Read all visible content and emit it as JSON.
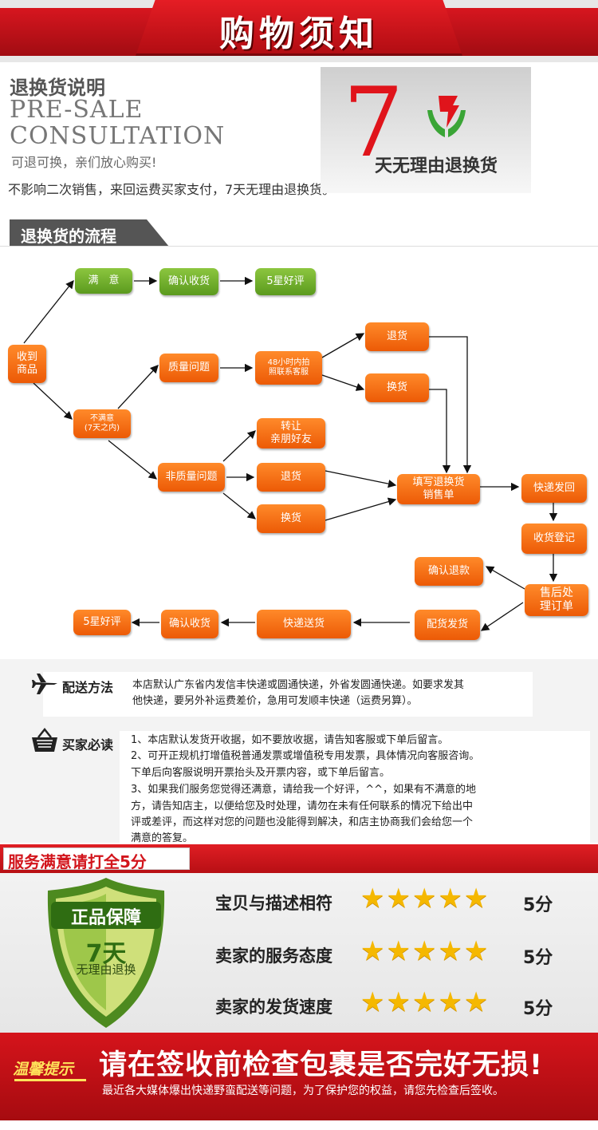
{
  "header": {
    "title": "购物须知"
  },
  "intro": {
    "title": "退换货说明",
    "en_line1": "PRE-SALE",
    "en_line2": "CONSULTATION",
    "subtitle": "可退可换，亲们放心购买!",
    "note": "不影响二次销售，来回运费买家支付，7天无理由退换货。",
    "promo_number": "7",
    "promo_text": "天无理由退换货"
  },
  "process": {
    "title": "退换货的流程",
    "nodes": {
      "receive": "收到\n商品",
      "satisfied": "满　意",
      "confirm1": "确认收货",
      "good1": "5星好评",
      "unsatisfied": "不满意\n(7天之内)",
      "quality": "质量问题",
      "photo": "48小时内拍\n照联系客服",
      "return1": "退货",
      "exchange1": "换货",
      "nonquality": "非质量问题",
      "transfer": "转让\n亲朋好友",
      "return2": "退货",
      "exchange2": "换货",
      "fill": "填写退换货\n销售单",
      "express": "快递发回",
      "register": "收货登记",
      "aftersale": "售后处\n理订单",
      "refund": "确认退款",
      "reship": "配货发货",
      "deliver": "快递送货",
      "confirm2": "确认收货",
      "good2": "5星好评"
    }
  },
  "delivery": {
    "label": "配送方法",
    "lines": [
      "本店默认广东省内发信丰快递或圆通快递，外省发圆通快递。如要求发其",
      "他快递，要另外补运费差价，急用可发顺丰快递（运费另算）。"
    ]
  },
  "buyer": {
    "label": "买家必读",
    "lines": [
      "1、本店默认发货开收据，如不要放收据，请告知客服或下单后留言。",
      "2、可开正规机打增值税普通发票或增值税专用发票，具体情况向客服咨询。",
      "下单后向客服说明开票抬头及开票内容，或下单后留言。",
      "3、如果我们服务您觉得还满意，请给我一个好评，^^，如果有不满意的地",
      "方，请告知店主，以便给您及时处理，请勿在未有任何联系的情况下给出中",
      "评或差评，而这样对您的问题也没能得到解决，和店主协商我们会给您一个",
      "满意的答复。"
    ]
  },
  "rating": {
    "title": "服务满意请打全5分",
    "shield_top": "正品保障",
    "shield_num": "7天",
    "shield_text": "无理由退换",
    "rows": [
      {
        "label": "宝贝与描述相符",
        "stars": "★★★★★",
        "score": "5分"
      },
      {
        "label": "卖家的服务态度",
        "stars": "★★★★★",
        "score": "5分"
      },
      {
        "label": "卖家的发货速度",
        "stars": "★★★★★",
        "score": "5分"
      }
    ]
  },
  "footer": {
    "tip": "温馨提示",
    "main": "请在签收前检查包裹是否完好无损!",
    "sub": "最近各大媒体爆出快递野蛮配送等问题，为了保护您的权益，请您先检查后签收。"
  },
  "colors": {
    "brand_red": "#d2151c",
    "flow_green": "#6aad27",
    "flow_orange": "#f26b12",
    "star": "#f5b800"
  }
}
